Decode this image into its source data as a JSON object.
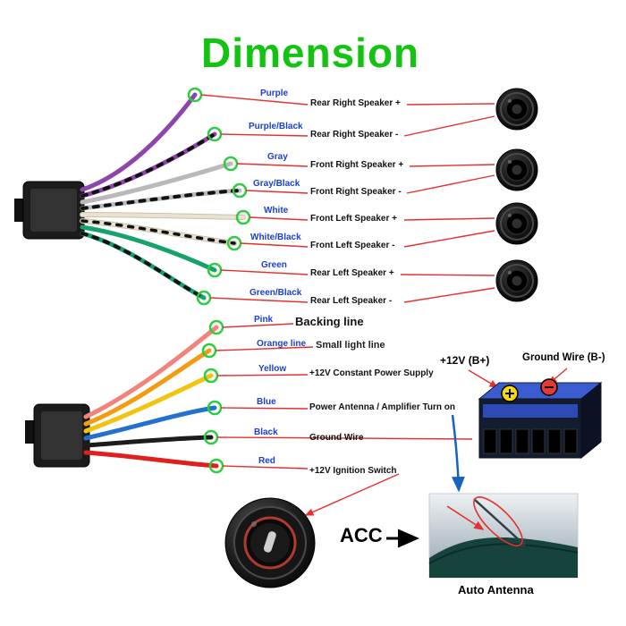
{
  "title": "Dimension",
  "palette": {
    "title_green": "#12c312",
    "label_blue": "#1b3fd0",
    "leader_red": "#e53030",
    "connection_ring_green": "#2ecc40"
  },
  "speaker_wires": [
    {
      "color_label": "Purple",
      "function": "Rear Right Speaker +",
      "hex": "#8e44ad",
      "stripe": false
    },
    {
      "color_label": "Purple/Black",
      "function": "Rear Right Speaker -",
      "hex": "#8e44ad",
      "stripe": true
    },
    {
      "color_label": "Gray",
      "function": "Front Right Speaker +",
      "hex": "#b9b9b9",
      "stripe": false
    },
    {
      "color_label": "Gray/Black",
      "function": "Front Right Speaker -",
      "hex": "#b9b9b9",
      "stripe": true
    },
    {
      "color_label": "White",
      "function": "Front Left Speaker +",
      "hex": "#e9e2d0",
      "stripe": false
    },
    {
      "color_label": "White/Black",
      "function": "Front Left Speaker -",
      "hex": "#e9e2d0",
      "stripe": true
    },
    {
      "color_label": "Green",
      "function": "Rear Left Speaker +",
      "hex": "#17a26b",
      "stripe": false
    },
    {
      "color_label": "Green/Black",
      "function": "Rear Left Speaker -",
      "hex": "#17a26b",
      "stripe": true
    }
  ],
  "power_wires": [
    {
      "color_label": "Pink",
      "function": "Backing line",
      "hex": "#f2837b"
    },
    {
      "color_label": "Orange line",
      "function": "Small light line",
      "hex": "#f39c12"
    },
    {
      "color_label": "Yellow",
      "function": "+12V Constant Power Supply",
      "hex": "#f1c40f"
    },
    {
      "color_label": "Blue",
      "function": "Power Antenna / Amplifier Turn on",
      "hex": "#2471cd"
    },
    {
      "color_label": "Black",
      "function": "Ground Wire",
      "hex": "#1c1c1c"
    },
    {
      "color_label": "Red",
      "function": "+12V Ignition Switch",
      "hex": "#e01f1f"
    }
  ],
  "battery": {
    "positive_label": "+12V  (B+)",
    "negative_label": "Ground Wire (B-)"
  },
  "ignition": {
    "label": "ACC"
  },
  "antenna": {
    "label": "Auto Antenna"
  }
}
